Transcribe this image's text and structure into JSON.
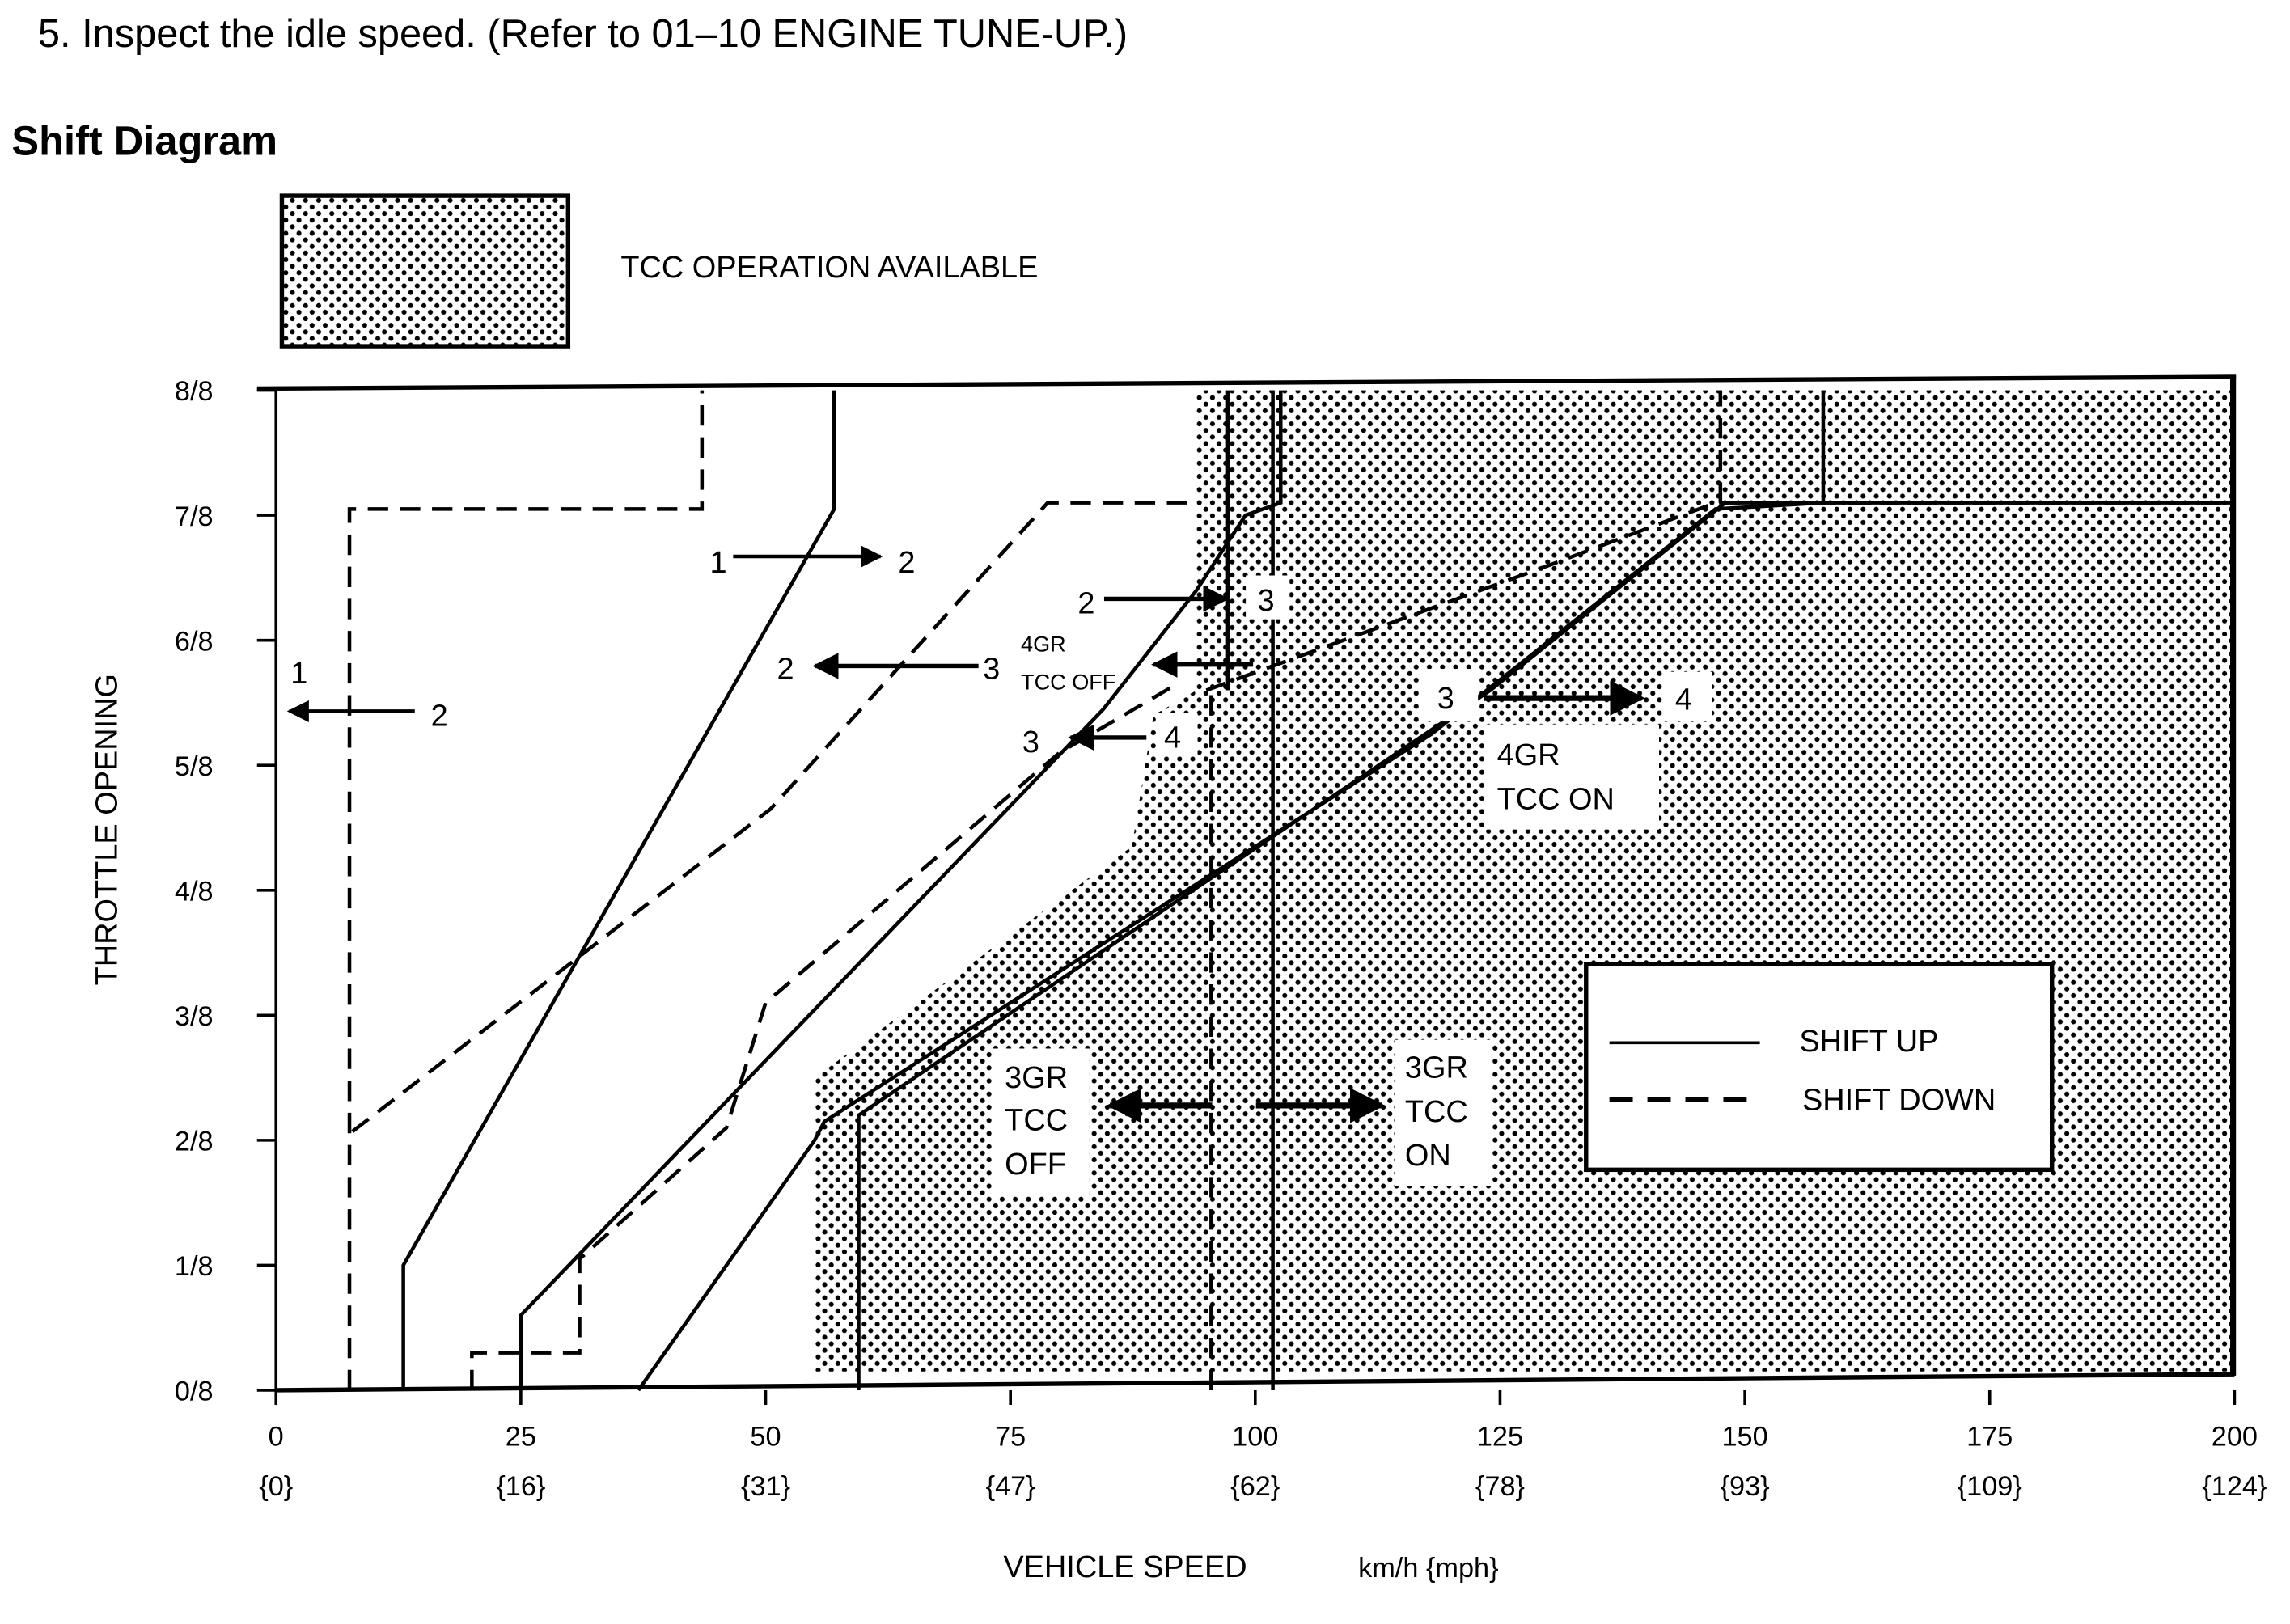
{
  "header": {
    "step": "5. Inspect the idle speed. (Refer to 01–10 ENGINE TUNE-UP.)",
    "section_title": "Shift Diagram"
  },
  "chart_data": {
    "type": "line",
    "title": "Shift Diagram",
    "xlabel": "VEHICLE SPEED",
    "xunit": "km/h {mph}",
    "ylabel": "THROTTLE OPENING",
    "xlim": [
      0,
      200
    ],
    "ylim": [
      0,
      8
    ],
    "x_ticks": [
      {
        "kmh": "0",
        "mph": "{0}"
      },
      {
        "kmh": "25",
        "mph": "{16}"
      },
      {
        "kmh": "50",
        "mph": "{31}"
      },
      {
        "kmh": "75",
        "mph": "{47}"
      },
      {
        "kmh": "100",
        "mph": "{62}"
      },
      {
        "kmh": "125",
        "mph": "{78}"
      },
      {
        "kmh": "150",
        "mph": "{93}"
      },
      {
        "kmh": "175",
        "mph": "{109}"
      },
      {
        "kmh": "200",
        "mph": "{124}"
      }
    ],
    "y_ticks": [
      "0/8",
      "1/8",
      "2/8",
      "3/8",
      "4/8",
      "5/8",
      "6/8",
      "7/8",
      "8/8"
    ],
    "legend": {
      "placement": "lower-right",
      "shaded_label": "TCC OPERATION AVAILABLE",
      "shift_up": "SHIFT UP",
      "shift_down": "SHIFT DOWN"
    },
    "tcc_region": [
      [
        94,
        8
      ],
      [
        200,
        8
      ],
      [
        200,
        0.15
      ],
      [
        55,
        0.15
      ],
      [
        55,
        2.5
      ],
      [
        87.4,
        4.35
      ],
      [
        89.6,
        5.4
      ],
      [
        94,
        5.6
      ]
    ],
    "series": [
      {
        "name": "1→2 up",
        "style": "solid",
        "points": [
          [
            13,
            0
          ],
          [
            13,
            1
          ],
          [
            57,
            7.05
          ],
          [
            57,
            8
          ]
        ]
      },
      {
        "name": "2→1 down",
        "style": "dashed",
        "points": [
          [
            7.5,
            0
          ],
          [
            7.5,
            7.05
          ],
          [
            43.5,
            7.05
          ],
          [
            43.5,
            8
          ]
        ]
      },
      {
        "name": "3→2 down",
        "style": "dashed",
        "points": [
          [
            7.8,
            2.07
          ],
          [
            50.5,
            4.65
          ],
          [
            78.8,
            7.1
          ],
          [
            94,
            7.1
          ]
        ]
      },
      {
        "name": "2→3 up",
        "style": "solid",
        "points": [
          [
            25,
            0
          ],
          [
            25,
            0.6
          ],
          [
            84.5,
            5.45
          ],
          [
            94,
            6.4
          ],
          [
            99,
            7
          ],
          [
            102.6,
            7.1
          ],
          [
            102.6,
            8
          ]
        ]
      },
      {
        "name": "3→2 down (low)",
        "style": "dashed",
        "points": [
          [
            20,
            0
          ],
          [
            20,
            0.3
          ],
          [
            31,
            0.3
          ],
          [
            31,
            1.05
          ],
          [
            46,
            2.1
          ],
          [
            50,
            3.1
          ],
          [
            80,
            5.1
          ],
          [
            92,
            5.65
          ]
        ]
      },
      {
        "name": "3→4 up",
        "style": "solid",
        "points": [
          [
            37,
            0
          ],
          [
            55,
            2.0
          ],
          [
            56,
            2.15
          ],
          [
            118,
            5.25
          ],
          [
            147,
            7.05
          ],
          [
            158,
            7.1
          ],
          [
            158,
            8
          ]
        ]
      },
      {
        "name": "3GR TCC ON up",
        "style": "solid",
        "points": [
          [
            59.5,
            0
          ],
          [
            59.5,
            2.2
          ],
          [
            124,
            5.6
          ],
          [
            148,
            7.1
          ],
          [
            200,
            7.1
          ]
        ]
      },
      {
        "name": "4→3 down",
        "style": "dashed",
        "points": [
          [
            95,
            5.6
          ],
          [
            130,
            6.6
          ],
          [
            147,
            7.1
          ],
          [
            200,
            7.1
          ]
        ]
      },
      {
        "name": "4→3 down (top)",
        "style": "dashed",
        "points": [
          [
            147.5,
            7.1
          ],
          [
            147.5,
            8
          ]
        ]
      },
      {
        "name": "TCC OFF 3GR",
        "style": "dashed",
        "points": [
          [
            95.5,
            0
          ],
          [
            95.5,
            5.6
          ]
        ]
      },
      {
        "name": "TCC ON 3GR",
        "style": "solid",
        "points": [
          [
            101.8,
            0
          ],
          [
            101.8,
            8
          ]
        ]
      },
      {
        "name": "4GR TCC",
        "style": "solid",
        "points": [
          [
            97.2,
            5.6
          ],
          [
            97.2,
            8
          ]
        ]
      }
    ],
    "annotations": {
      "a1_from": "1",
      "a1_to": "2",
      "b1_from": "1",
      "b1_to": "2",
      "c_from": "2",
      "c_to": "3",
      "d_to": "2",
      "d_from": "3",
      "tcc_off_4gr_1": "4GR",
      "tcc_off_4gr_2": "TCC OFF",
      "e_to": "3",
      "e_from": "4",
      "f_from": "3",
      "f_to": "4",
      "tcc_on_4gr_1": "4GR",
      "tcc_on_4gr_2": "TCC ON",
      "g3off_1": "3GR",
      "g3off_2": "TCC",
      "g3off_3": "OFF",
      "g3on_1": "3GR",
      "g3on_2": "TCC",
      "g3on_3": "ON"
    }
  }
}
